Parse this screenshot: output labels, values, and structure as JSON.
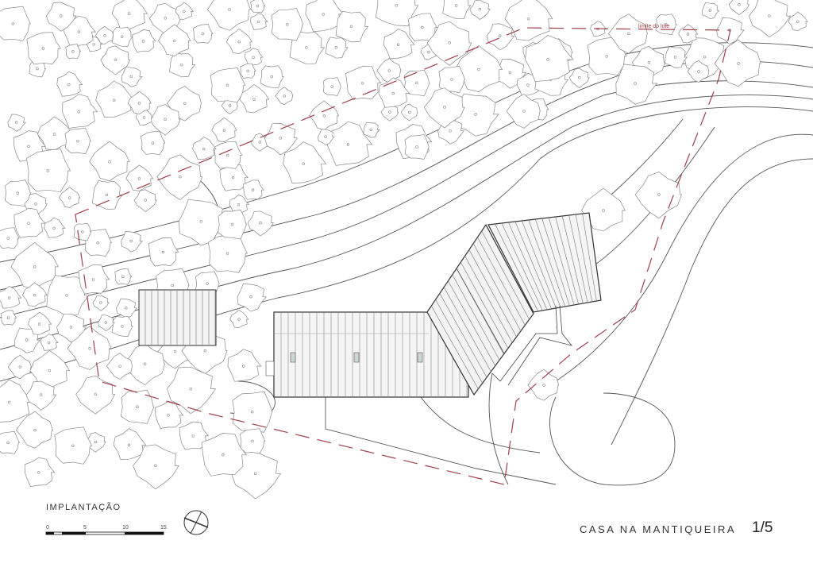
{
  "drawing": {
    "boundary_label": "limite do lote",
    "boundary_color": "#a0404a",
    "title": "IMPLANTAÇÃO",
    "scale_ticks": [
      "0",
      "5",
      "10",
      "15"
    ],
    "north_symbol": "north-arrow-icon"
  },
  "footer": {
    "project_name": "CASA NA MANTIQUEIRA",
    "page": "1/5"
  }
}
